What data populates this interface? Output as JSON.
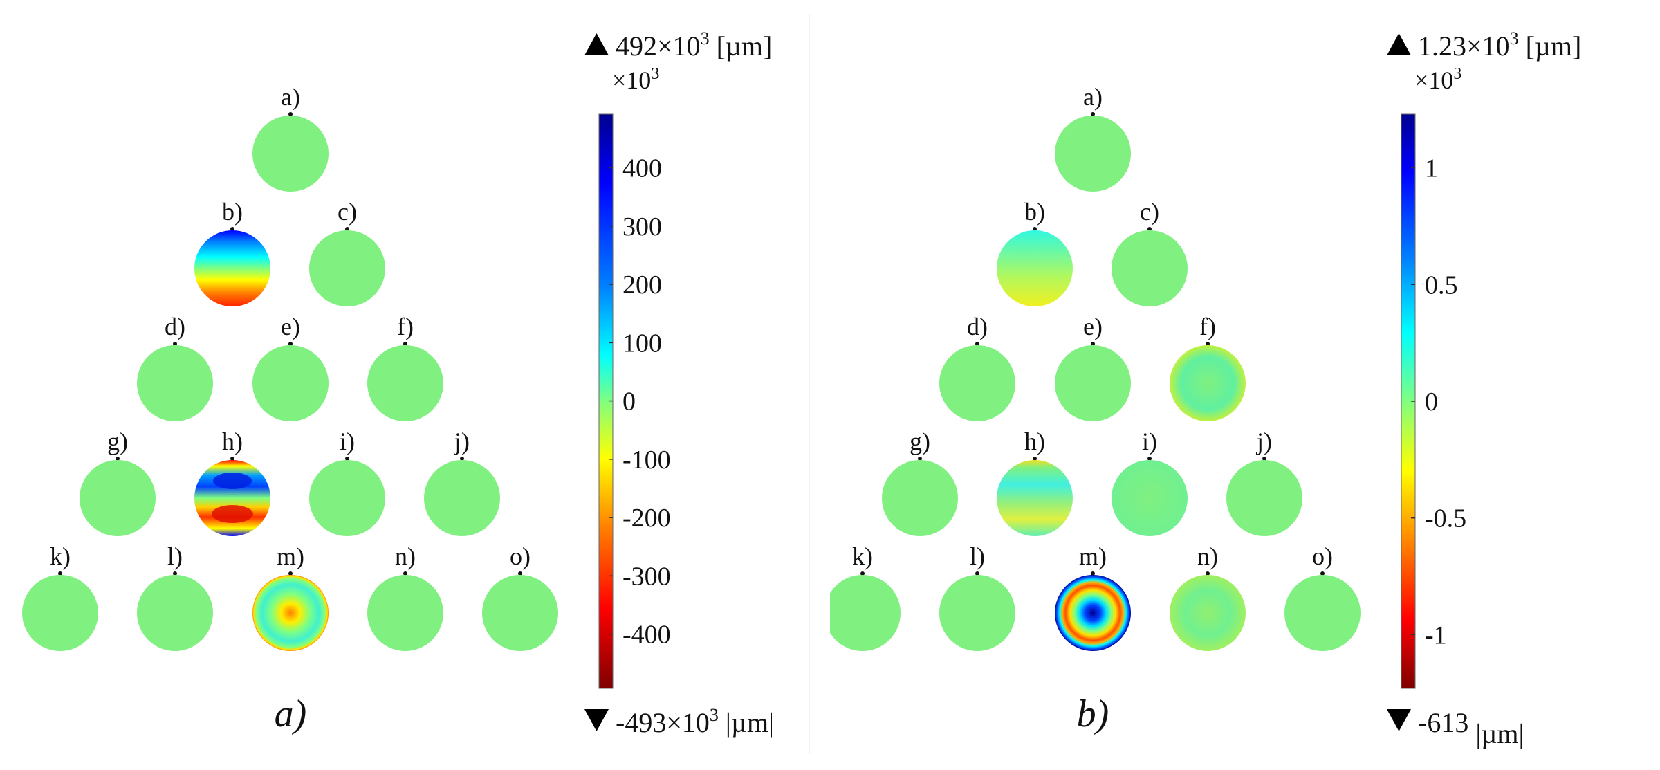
{
  "panels": [
    {
      "caption": "a)",
      "colorbar": {
        "max_label": "492×10",
        "max_exp": "3",
        "max_unit": "[µm]",
        "min_label": "-493×10",
        "min_exp": "3",
        "min_unit": "|µm|",
        "multiplier": "×10",
        "multiplier_exp": "3",
        "range": [
          -493,
          492
        ],
        "ticks": [
          {
            "value": 400,
            "label": "400"
          },
          {
            "value": 300,
            "label": "300"
          },
          {
            "value": 200,
            "label": "200"
          },
          {
            "value": 100,
            "label": "100"
          },
          {
            "value": 0,
            "label": "0"
          },
          {
            "value": -100,
            "label": "-100"
          },
          {
            "value": -200,
            "label": "-200"
          },
          {
            "value": -300,
            "label": "-300"
          },
          {
            "value": -400,
            "label": "-400"
          }
        ]
      },
      "modes": [
        {
          "label": "a)",
          "pattern": "flat"
        },
        {
          "label": "b)",
          "pattern": "tilt-strong"
        },
        {
          "label": "c)",
          "pattern": "flat"
        },
        {
          "label": "d)",
          "pattern": "flat"
        },
        {
          "label": "e)",
          "pattern": "flat"
        },
        {
          "label": "f)",
          "pattern": "flat"
        },
        {
          "label": "g)",
          "pattern": "flat"
        },
        {
          "label": "h)",
          "pattern": "coma-strong"
        },
        {
          "label": "i)",
          "pattern": "flat"
        },
        {
          "label": "j)",
          "pattern": "flat"
        },
        {
          "label": "k)",
          "pattern": "flat"
        },
        {
          "label": "l)",
          "pattern": "flat"
        },
        {
          "label": "m)",
          "pattern": "spherical-mild"
        },
        {
          "label": "n)",
          "pattern": "flat"
        },
        {
          "label": "o)",
          "pattern": "flat"
        }
      ]
    },
    {
      "caption": "b)",
      "colorbar": {
        "max_label": "1.23×10",
        "max_exp": "3",
        "max_unit": "[µm]",
        "min_label": "-613",
        "min_exp": "",
        "min_unit": "|µm|",
        "multiplier": "×10",
        "multiplier_exp": "3",
        "range": [
          -1.23,
          1.23
        ],
        "ticks": [
          {
            "value": 1,
            "label": "1"
          },
          {
            "value": 0.5,
            "label": "0.5"
          },
          {
            "value": 0,
            "label": "0"
          },
          {
            "value": -0.5,
            "label": "-0.5"
          },
          {
            "value": -1,
            "label": "-1"
          }
        ]
      },
      "modes": [
        {
          "label": "a)",
          "pattern": "flat"
        },
        {
          "label": "b)",
          "pattern": "tilt-weak"
        },
        {
          "label": "c)",
          "pattern": "flat"
        },
        {
          "label": "d)",
          "pattern": "flat"
        },
        {
          "label": "e)",
          "pattern": "flat"
        },
        {
          "label": "f)",
          "pattern": "saddle-weak"
        },
        {
          "label": "g)",
          "pattern": "flat"
        },
        {
          "label": "h)",
          "pattern": "coma-weak"
        },
        {
          "label": "i)",
          "pattern": "faint"
        },
        {
          "label": "j)",
          "pattern": "flat"
        },
        {
          "label": "k)",
          "pattern": "flat"
        },
        {
          "label": "l)",
          "pattern": "flat"
        },
        {
          "label": "m)",
          "pattern": "spherical-strong"
        },
        {
          "label": "n)",
          "pattern": "saddle-faint"
        },
        {
          "label": "o)",
          "pattern": "flat"
        }
      ]
    }
  ],
  "colors": {
    "flat": "#80f080",
    "colormap": [
      "#7f0000",
      "#ff0000",
      "#ff8000",
      "#ffff00",
      "#80ff80",
      "#00ffff",
      "#0080ff",
      "#0000ff",
      "#00008f"
    ]
  }
}
